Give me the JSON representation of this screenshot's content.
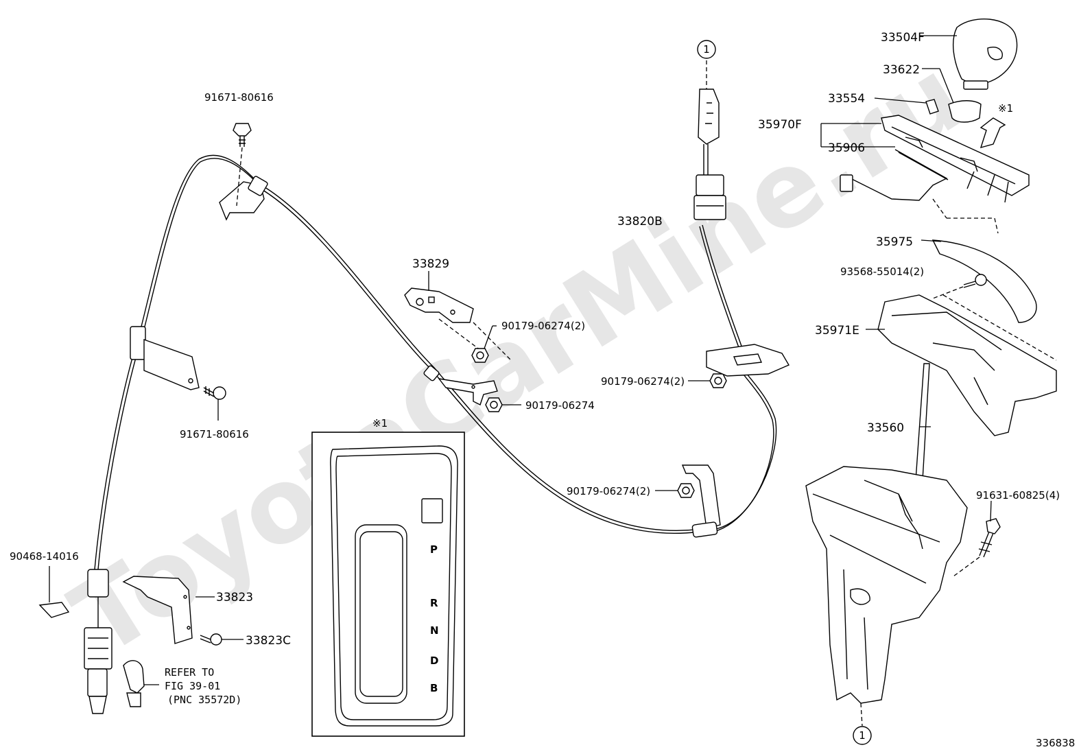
{
  "diagram": {
    "watermark": "ToyotaCarMine.ru",
    "figure_number": "336838",
    "labels": {
      "p33504F": "33504F",
      "p33622": "33622",
      "p33554": "33554",
      "p35970F": "35970F",
      "p35906": "35906",
      "p33820B": "33820B",
      "p35975": "35975",
      "p93568": "93568-55014(2)",
      "p35971E": "35971E",
      "p33560": "33560",
      "p91631": "91631-60825(4)",
      "p91671_top": "91671-80616",
      "p91671_mid": "91671-80616",
      "p33829": "33829",
      "p90179_a": "90179-06274(2)",
      "p90179_b": "90179-06274",
      "p90179_c": "90179-06274(2)",
      "p90179_d": "90179-06274(2)",
      "p90468": "90468-14016",
      "p33823": "33823",
      "p33823C": "33823C"
    },
    "refer": {
      "line1": "REFER TO",
      "line2": "FIG 39-01",
      "line3": "(PNC 35572D)"
    },
    "callout_circle": "1",
    "note_mark": "※1",
    "inset": {
      "title": "※1",
      "gears": [
        "P",
        "R",
        "N",
        "D",
        "B"
      ]
    }
  }
}
